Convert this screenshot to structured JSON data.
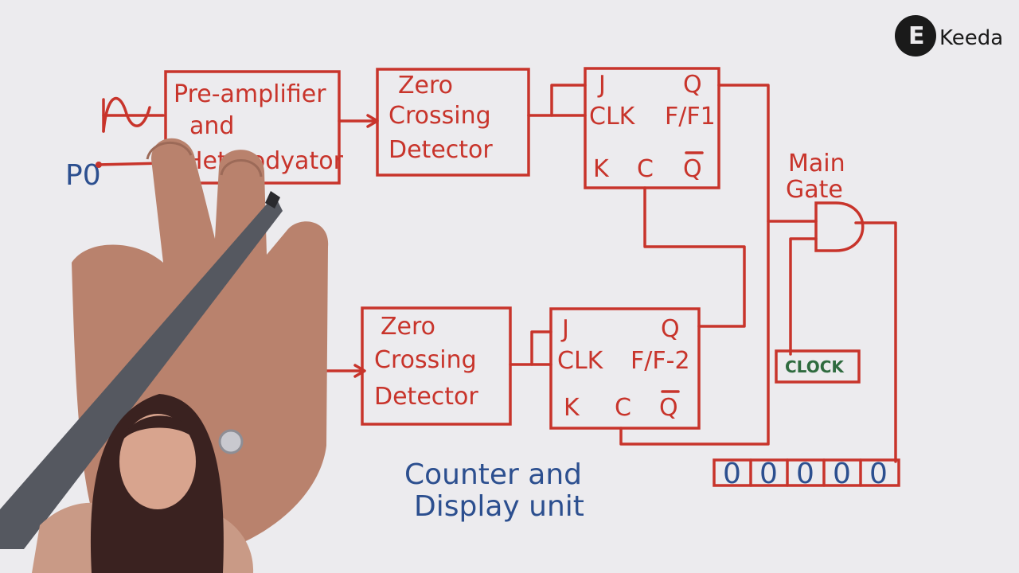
{
  "logo": {
    "text": "Keeda"
  },
  "blocks": {
    "preamp": [
      "Pre-amplifier",
      "and",
      "Heterodyator"
    ],
    "zcd1": [
      "Zero",
      "Crossing",
      "Detector"
    ],
    "zcd2": [
      "Zero",
      "Crossing",
      "Detector"
    ],
    "ff1": {
      "j": "J",
      "q": "Q",
      "clk": "CLK",
      "name": "F/F1",
      "k": "K",
      "c": "C",
      "qbar": "Q"
    },
    "ff2": {
      "j": "J",
      "q": "Q",
      "clk": "CLK",
      "name": "F/F-2",
      "k": "K",
      "c": "C",
      "qbar": "Q"
    },
    "main_gate": [
      "Main",
      "Gate"
    ],
    "clock": "CLOCK",
    "display_digits": [
      "0",
      "0",
      "0",
      "0",
      "0"
    ]
  },
  "input_label": "P0",
  "footer": [
    "Counter and",
    "Display unit"
  ],
  "colors": {
    "ink_red": "#c8342b",
    "ink_blue": "#2c4f8f",
    "ink_green": "#2f6b3f",
    "board": "#ecebee"
  }
}
